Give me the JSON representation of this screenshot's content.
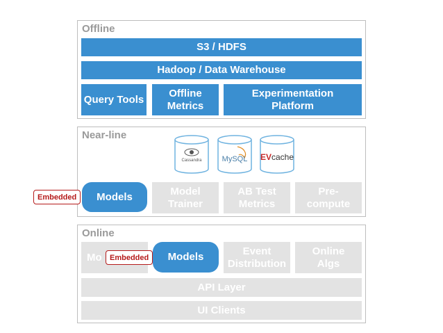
{
  "offline": {
    "title": "Offline",
    "s3": "S3 / HDFS",
    "hadoop": "Hadoop / Data Warehouse",
    "query_tools": "Query Tools",
    "offline_metrics": "Offline\nMetrics",
    "experimentation": "Experimentation\nPlatform"
  },
  "nearline": {
    "title": "Near-line",
    "databases": [
      {
        "label": "Cassandra",
        "icon": "cassandra-eye-icon"
      },
      {
        "label": "MySQL",
        "icon": "mysql-dolphin-icon"
      },
      {
        "label": "cache",
        "prefix": "EV",
        "icon": "evcache-icon"
      }
    ],
    "embedded_tag": "Embedded",
    "models": "Models",
    "model_trainer": "Model\nTrainer",
    "ab_test_metrics": "AB Test\nMetrics",
    "precompute": "Pre-\ncompute"
  },
  "online": {
    "title": "Online",
    "hidden_box": "Mo",
    "embedded_tag": "Embedded",
    "models": "Models",
    "event_distribution": "Event\nDistribution",
    "online_algs": "Online\nAlgs",
    "api_layer": "API Layer",
    "ui_clients": "UI Clients"
  },
  "colors": {
    "blue": "#3a8fd0",
    "grey": "#e3e3e3",
    "tag_red": "#b51a1a"
  }
}
